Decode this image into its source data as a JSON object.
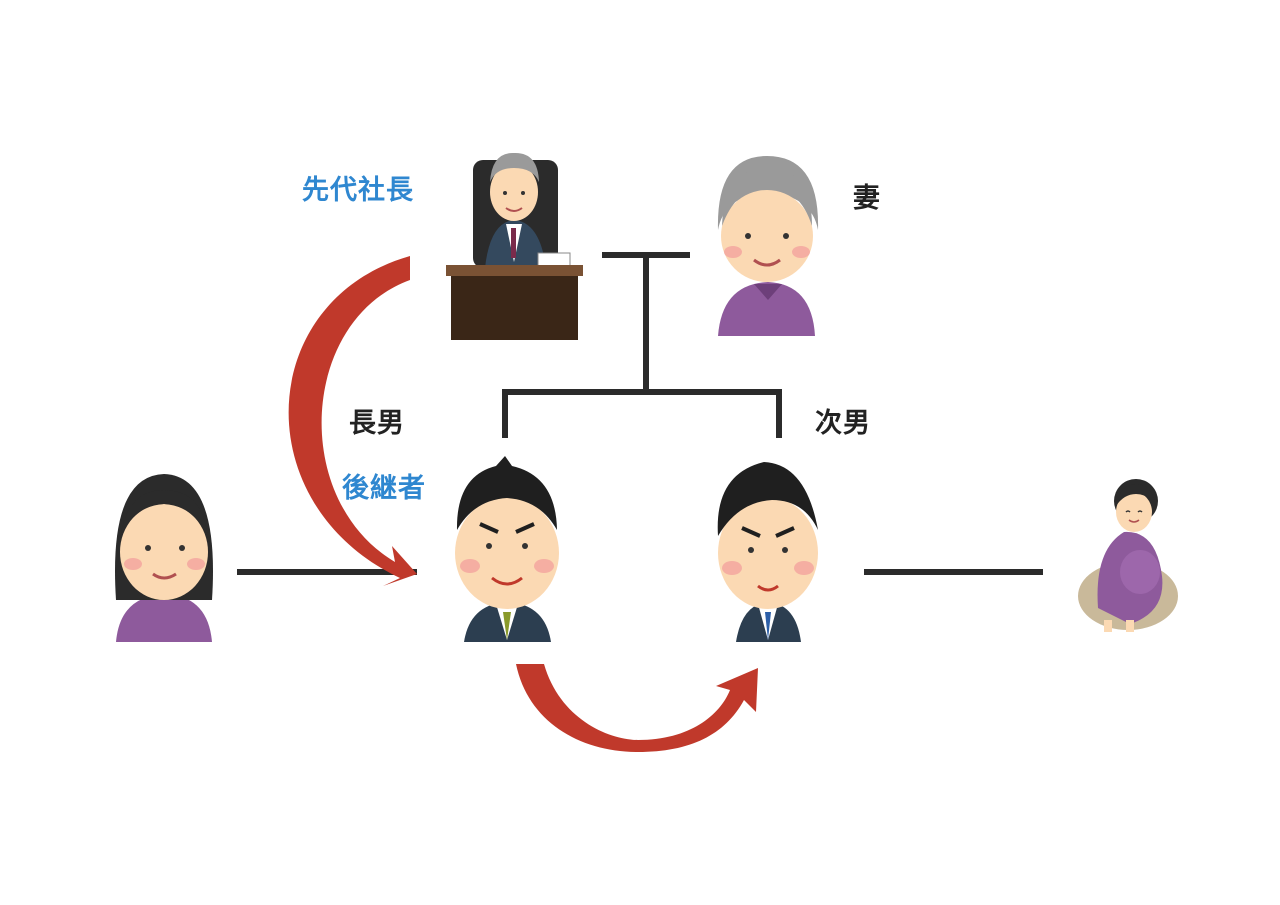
{
  "labels": {
    "former_president": "先代社長",
    "wife": "妻",
    "eldest_son": "長男",
    "second_son": "次男",
    "successor": "後継者"
  },
  "colors": {
    "label_accent": "#2f87d0",
    "label_text": "#222222",
    "lines": "#2b2b2b",
    "arrows": "#c0392b",
    "skin": "#fbd9b3",
    "suit": "#2c3e50",
    "purple_clothes": "#8e5a9c"
  },
  "icons": {
    "former_president": "elderly-man-at-desk-icon",
    "wife": "elderly-woman-icon",
    "eldest_son_wife": "woman-icon",
    "eldest_son": "businessman-icon",
    "second_son": "businessman-icon",
    "second_son_wife": "pregnant-woman-icon"
  }
}
